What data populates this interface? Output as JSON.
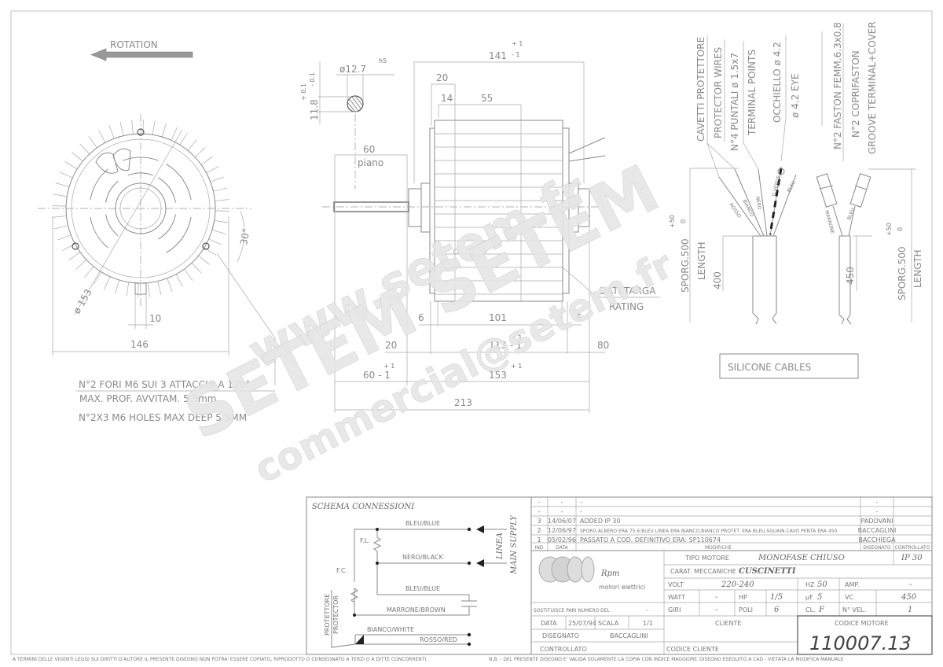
{
  "rotation_label": "ROTATION",
  "end_view": {
    "diameter": "ø 153",
    "angle": "30°",
    "foot_width": "10",
    "overall_width": "146"
  },
  "notes": [
    "N°2 FORI M6 SUI 3 ATTACCHI A 120°",
    "MAX. PROF. AVVITAM. 5.5mm",
    "N°2X3 M6 HOLES MAX DEEP 5.5MM"
  ],
  "shaft": {
    "diameter": "ø12.7",
    "fit": "h5",
    "flat": "11.8",
    "flat_tol_plus": "+ 0.1",
    "flat_tol_minus": "- 0.1",
    "flat_length": "60",
    "flat_label": "piano"
  },
  "side_view": {
    "d141": "141",
    "d141_tol_plus": "+ 1",
    "d141_tol_minus": "- 1",
    "d20_top": "20",
    "d14": "14",
    "d55": "55",
    "d6_left": "6",
    "d101": "101",
    "d6_right": "6",
    "d20_bottom": "20",
    "d113": "113 - 1",
    "d113_tol": "+ 1",
    "d80": "80",
    "d60": "60 - 1",
    "d60_tol": "+ 1",
    "d153": "153",
    "d153_tol": "+ 1",
    "d213": "213",
    "rating_it": "DATI TARGA",
    "rating_en": "RATING"
  },
  "cables": {
    "protector_it": "CAVETTI PROTETTORE",
    "protector_en": "PROTECTOR WIRES",
    "points_it": "N°4 PUNTALI ø 1.5x7",
    "points_en": "TERMINAL POINTS",
    "eye_it": "OCCHIELLO ø 4.2",
    "eye_en": "ø 4.2 EYE",
    "faston_it": "N°2 FASTON FEMM.6.3x0.8",
    "cover_it": "N°2 COPRIFASTON",
    "cover_en": "GROOVE TERMINAL+COVER",
    "wires_left": [
      "ROSSO",
      "BIANCO",
      "NERO",
      "G.VERDE",
      "BLEU"
    ],
    "wires_right": [
      "MARRONE",
      "BLEU"
    ],
    "length_left": "SPORG.500",
    "length_left_tol_plus": "+50",
    "length_left_tol_minus": "0",
    "length_left_en": "LENGTH",
    "strip_left": "400",
    "length_right": "SPORG.500",
    "length_right_tol_plus": "+50",
    "length_right_tol_minus": "0",
    "length_right_en": "LENGTH",
    "strip_right": "450",
    "silicone": "SILICONE CABLES"
  },
  "schema": {
    "title": "SCHEMA CONNESSIONI",
    "wire_blue_1": "BLEU/BLUE",
    "wire_black": "NERO/BLACK",
    "wire_blue_2": "BLEU/BLUE",
    "wire_brown": "MARRONE/BROWN",
    "wire_white": "BIANCO/WHITE",
    "wire_red": "ROSSO/RED",
    "fl": "F.L.",
    "fc": "F.C.",
    "line_it": "LINEA",
    "line_en": "MAIN SUPPLY",
    "protector_it": "PROTETTORE",
    "protector_en": "PROTECTOR"
  },
  "mod_table": {
    "headers": [
      "IND",
      "DATA",
      "MODIFICHE",
      "DISEGNATO",
      "CONTROLLATO"
    ],
    "rows": [
      [
        "-",
        "-",
        "-",
        "-",
        ""
      ],
      [
        "-",
        "-",
        "-",
        "-",
        ""
      ],
      [
        "3",
        "14/06/07",
        "ADDED IP 30",
        "PADOVANI",
        ""
      ],
      [
        "2",
        "12/06/97",
        "SPORG.ALBERO ERA 75.6;BLEU LINEA ERA BIANCO,BIANCO PROTET. ERA BLEU,SGUAIN.CAVO PENTA ERA 450",
        "BACCAGLINI",
        ""
      ],
      [
        "1",
        "05/02/96",
        "PASSATO A COD. DEFINITIVO ERA: SP110674",
        "BACCHIEGA",
        ""
      ]
    ]
  },
  "title_block": {
    "logo_text": "Rpm",
    "logo_sub": "motori elettrici",
    "tipo_motore_label": "TIPO MOTORE",
    "tipo_motore": "MONOFASE CHIUSO",
    "ip": "IP 30",
    "carat_label": "CARAT. MECCANICHE",
    "carat": "CUSCINETTI",
    "volt_label": "VOLT",
    "volt": "220-240",
    "hz_label": "HZ",
    "hz": "50",
    "amp_label": "AMP.",
    "amp": "-",
    "watt_label": "WATT",
    "watt": "-",
    "hp_label": "HP",
    "hp": "1/5",
    "uf_label": "µF",
    "uf": "5",
    "vc_label": "VC",
    "vc": "450",
    "giri_label": "GIRI",
    "giri": "-",
    "poli_label": "POLI",
    "poli": "6",
    "cl_label": "CL.",
    "cl": "F",
    "nvel_label": "N° VEL.",
    "nvel": "1",
    "sostituisce_label": "SOSTITUISCE PARI NUMERO DEL",
    "sostituisce": "-",
    "data_label": "DATA",
    "data": "25/07/94",
    "scala_label": "SCALA",
    "scala": "1/1",
    "disegnato_label": "DISEGNATO",
    "disegnato": "BACCAGLINI",
    "controllato_label": "CONTROLLATO",
    "cliente_label": "CLIENTE",
    "codice_cliente_label": "CODICE CLIENTE",
    "codice_motore_label": "CODICE MOTORE",
    "codice_motore": "110007.13"
  },
  "footer": {
    "copyright": "A TERMINI DELLE VIGENTI LEGGI SUI DIRITTI D'AUTORE IL PRESENTE DISEGNO NON POTRA' ESSERE COPIATO, RIPRODOTTO O CONSEGNATO A TERZI O A DITTE CONCORRENTI.",
    "validity": "N.B. - DEL PRESENTE DISEGNO E' VALIDA SOLAMENTE LA COPIA CON INDICE MAGGIORE.",
    "cad": "DISEGNO ESEGUITO A CAD - VIETATA LA MODIFICA MANUALE"
  },
  "watermarks": [
    "www.setem.fr",
    "SETEM SETEM",
    "commercial@setem.fr"
  ]
}
